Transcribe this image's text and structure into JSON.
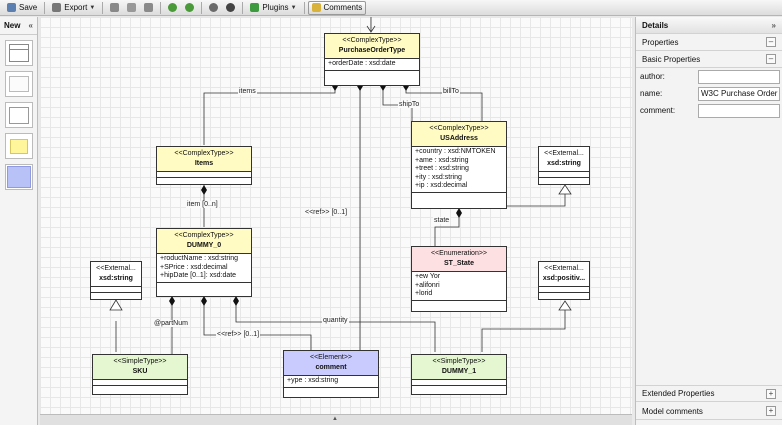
{
  "toolbar": {
    "save": "Save",
    "export": "Export",
    "plugins": "Plugins",
    "comments": "Comments"
  },
  "left": {
    "title": "New",
    "collapse": "«",
    "thumbs": [
      {
        "name": "Class"
      },
      {
        "name": "Note"
      },
      {
        "name": "Enum"
      },
      {
        "name": "Comment"
      },
      {
        "name": "Element"
      }
    ]
  },
  "right": {
    "title": "Details",
    "collapse": "»",
    "properties": "Properties",
    "basic": "Basic Properties",
    "author_label": "author:",
    "author_value": "",
    "name_label": "name:",
    "name_value": "W3C Purchase Order",
    "comment_label": "comment:",
    "comment_value": "",
    "extended": "Extended Properties",
    "model_comments": "Model comments",
    "minus": "–",
    "plus": "+"
  },
  "diagram": {
    "po": {
      "stereo": "<<ComplexType>>",
      "name": "PurchaseOrderType",
      "attrs": [
        "+orderDate : xsd:date"
      ]
    },
    "items": {
      "stereo": "<<ComplexType>>",
      "name": "Items",
      "attrs": []
    },
    "usaddr": {
      "stereo": "<<ComplexType>>",
      "name": "USAddress",
      "attrs": [
        "+country : xsd:NMTOKEN",
        "+ame : xsd:string",
        "+treet : xsd:string",
        "+ity : xsd:string",
        "+ip : xsd:decimal"
      ]
    },
    "extstr1": {
      "stereo": "<<External...",
      "name": "xsd:string",
      "attrs": []
    },
    "dummy0": {
      "stereo": "<<ComplexType>>",
      "name": "DUMMY_0",
      "attrs": [
        "+roductName : xsd:string",
        "+SPrice : xsd:decimal",
        "+hipDate [0..1]: xsd:date"
      ]
    },
    "ststate": {
      "stereo": "<<Enumeration>>",
      "name": "ST_State",
      "attrs": [
        "+ew Yor",
        "+alifonri",
        "+lorid"
      ]
    },
    "extstr2": {
      "stereo": "<<External...",
      "name": "xsd:string",
      "attrs": []
    },
    "extpos": {
      "stereo": "<<External...",
      "name": "xsd:positiv...",
      "attrs": []
    },
    "sku": {
      "stereo": "<<SimpleType>>",
      "name": "SKU",
      "attrs": []
    },
    "comment": {
      "stereo": "<<Element>>",
      "name": "comment",
      "attrs": [
        "+ype : xsd:string"
      ]
    },
    "dummy1": {
      "stereo": "<<SimpleType>>",
      "name": "DUMMY_1",
      "attrs": []
    },
    "labels": {
      "items": "items",
      "billTo": "billTo",
      "shipTo": "shipTo",
      "item": "item [0..n]",
      "ref1": "<<ref>> [0..1]",
      "state": "state",
      "partnum": "@partNum",
      "ref2": "<<ref>> [0..1]",
      "quantity": "quantity"
    }
  },
  "colors": {
    "yellow": "#fffbc2",
    "pink": "#fde0e2",
    "green": "#e4f7d0",
    "blue": "#c9cbff"
  }
}
